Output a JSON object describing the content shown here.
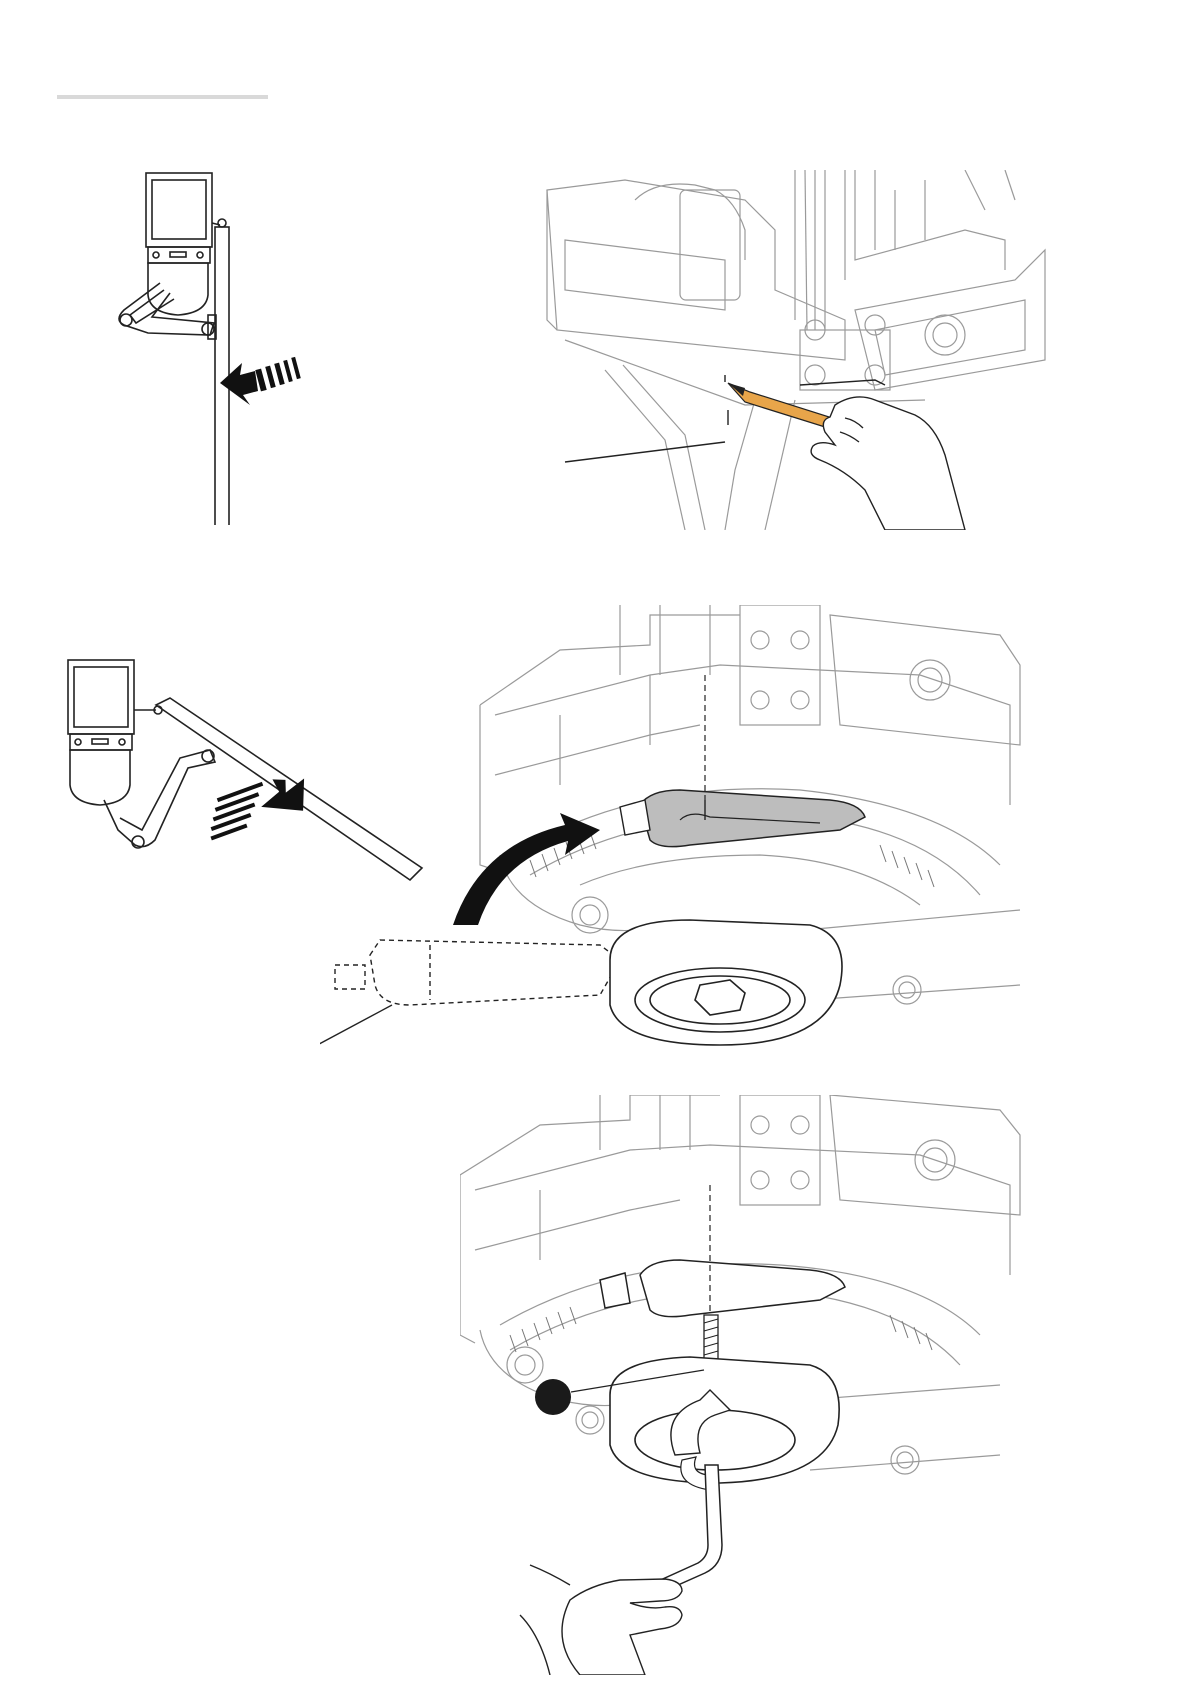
{
  "page": {
    "background": "#ffffff",
    "header_rule_color": "#d9d9d9"
  },
  "figures": [
    {
      "id": "figure-1",
      "icon": "gate-closed-arrow-schematic"
    },
    {
      "id": "figure-2",
      "icon": "pencil-marking-operator"
    },
    {
      "id": "figure-3",
      "icon": "gate-open-arrow-schematic"
    },
    {
      "id": "figure-4",
      "icon": "cam-stop-rotation"
    },
    {
      "id": "figure-5",
      "icon": "hex-key-screw-tighten"
    }
  ],
  "colors": {
    "line": "#222222",
    "light_line": "#9a9a9a",
    "cam_fill": "#bdbdbd",
    "pencil": "#e8a54a",
    "marker": "#1a1a1a"
  }
}
